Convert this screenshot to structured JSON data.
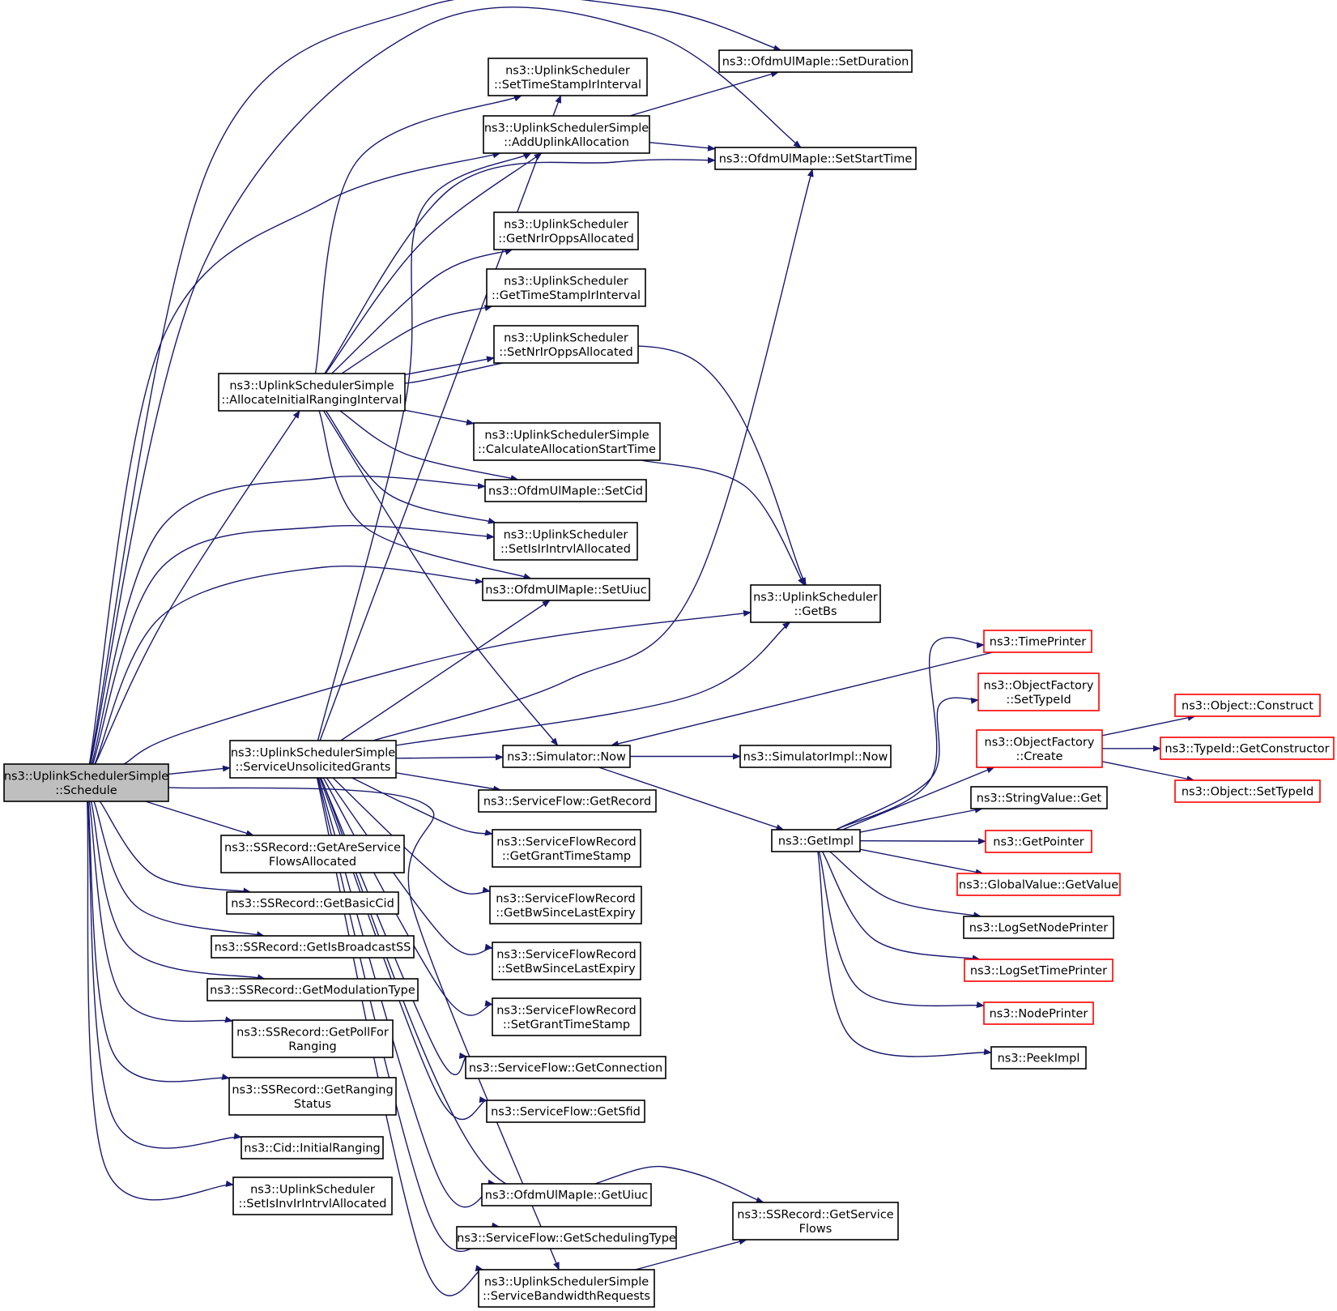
{
  "colors": {
    "edge": "#191970",
    "root_fill": "#bfbfbf",
    "external_border": "#ff0000",
    "node_border": "#000000"
  },
  "nodes": {
    "schedule": [
      "ns3::UplinkSchedulerSimple",
      "::Schedule"
    ],
    "allocateInitialRanging": [
      "ns3::UplinkSchedulerSimple",
      "::AllocateInitialRangingInterval"
    ],
    "serviceUnsolicited": [
      "ns3::UplinkSchedulerSimple",
      "::ServiceUnsolicitedGrants"
    ],
    "setTimeStampIr": [
      "ns3::UplinkScheduler",
      "::SetTimeStampIrInterval"
    ],
    "addUplinkAllocation": [
      "ns3::UplinkSchedulerSimple",
      "::AddUplinkAllocation"
    ],
    "getNrIrOpps": [
      "ns3::UplinkScheduler",
      "::GetNrIrOppsAllocated"
    ],
    "getTimeStampIr": [
      "ns3::UplinkScheduler",
      "::GetTimeStampIrInterval"
    ],
    "setNrIrOpps": [
      "ns3::UplinkScheduler",
      "::SetNrIrOppsAllocated"
    ],
    "calcAllocStart": [
      "ns3::UplinkSchedulerSimple",
      "::CalculateAllocationStartTime"
    ],
    "setCid": [
      "ns3::OfdmUlMapIe::SetCid"
    ],
    "setIsIrIntrvl": [
      "ns3::UplinkScheduler",
      "::SetIsIrIntrvlAllocated"
    ],
    "setUiuc": [
      "ns3::OfdmUlMapIe::SetUiuc"
    ],
    "setDuration": [
      "ns3::OfdmUlMapIe::SetDuration"
    ],
    "setStartTime": [
      "ns3::OfdmUlMapIe::SetStartTime"
    ],
    "getBs": [
      "ns3::UplinkScheduler",
      "::GetBs"
    ],
    "simulatorNow": [
      "ns3::Simulator::Now"
    ],
    "simImplNow": [
      "ns3::SimulatorImpl::Now"
    ],
    "getImpl": [
      "ns3::GetImpl"
    ],
    "sfGetRecord": [
      "ns3::ServiceFlow::GetRecord"
    ],
    "sfrGetGrantTs": [
      "ns3::ServiceFlowRecord",
      "::GetGrantTimeStamp"
    ],
    "sfrGetBwSince": [
      "ns3::ServiceFlowRecord",
      "::GetBwSinceLastExpiry"
    ],
    "sfrSetBwSince": [
      "ns3::ServiceFlowRecord",
      "::SetBwSinceLastExpiry"
    ],
    "sfrSetGrantTs": [
      "ns3::ServiceFlowRecord",
      "::SetGrantTimeStamp"
    ],
    "sfGetConnection": [
      "ns3::ServiceFlow::GetConnection"
    ],
    "sfGetSfid": [
      "ns3::ServiceFlow::GetSfid"
    ],
    "getUiuc": [
      "ns3::OfdmUlMapIe::GetUiuc"
    ],
    "sfGetSchedType": [
      "ns3::ServiceFlow::GetSchedulingType"
    ],
    "serviceBw": [
      "ns3::UplinkSchedulerSimple",
      "::ServiceBandwidthRequests"
    ],
    "ssGetServiceFlows": [
      "ns3::SSRecord::GetService",
      "Flows"
    ],
    "ssGetAreSF": [
      "ns3::SSRecord::GetAreService",
      "FlowsAllocated"
    ],
    "ssGetBasicCid": [
      "ns3::SSRecord::GetBasicCid"
    ],
    "ssGetIsBroadcast": [
      "ns3::SSRecord::GetIsBroadcastSS"
    ],
    "ssGetModulation": [
      "ns3::SSRecord::GetModulationType"
    ],
    "ssGetPollFor": [
      "ns3::SSRecord::GetPollFor",
      "Ranging"
    ],
    "ssGetRanging": [
      "ns3::SSRecord::GetRanging",
      "Status"
    ],
    "cidInitRanging": [
      "ns3::Cid::InitialRanging"
    ],
    "setIsInvIr": [
      "ns3::UplinkScheduler",
      "::SetIsInvIrIntrvlAllocated"
    ],
    "timePrinter": [
      "ns3::TimePrinter"
    ],
    "ofSetTypeId": [
      "ns3::ObjectFactory",
      "::SetTypeId"
    ],
    "ofCreate": [
      "ns3::ObjectFactory",
      "::Create"
    ],
    "stringValueGet": [
      "ns3::StringValue::Get"
    ],
    "getPointer": [
      "ns3::GetPointer"
    ],
    "gvGetValue": [
      "ns3::GlobalValue::GetValue"
    ],
    "logSetNode": [
      "ns3::LogSetNodePrinter"
    ],
    "logSetTime": [
      "ns3::LogSetTimePrinter"
    ],
    "nodePrinter": [
      "ns3::NodePrinter"
    ],
    "peekImpl": [
      "ns3::PeekImpl"
    ],
    "objConstruct": [
      "ns3::Object::Construct"
    ],
    "typeIdGetCtor": [
      "ns3::TypeId::GetConstructor"
    ],
    "objSetTypeId": [
      "ns3::Object::SetTypeId"
    ]
  }
}
